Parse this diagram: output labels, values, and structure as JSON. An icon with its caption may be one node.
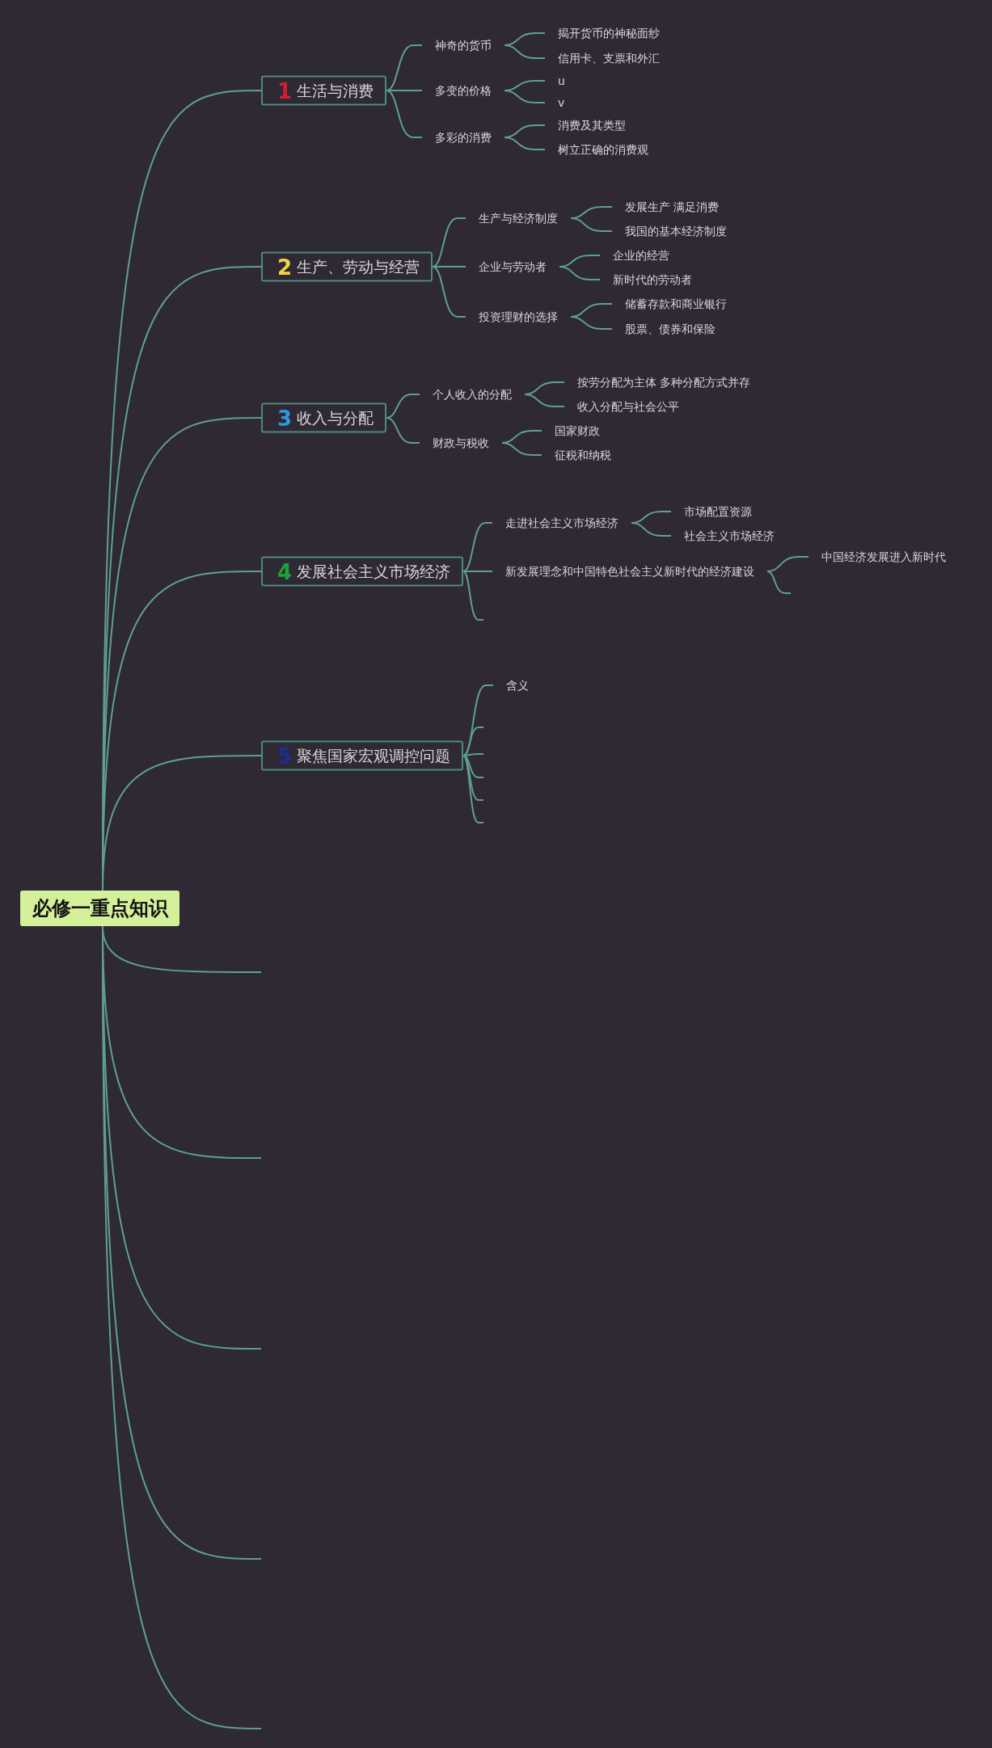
{
  "diagram": {
    "nodes": [
      {
        "text": [
          "必修一重点知识"
        ]
      },
      {
        "text": [
          "1",
          "生活与消费"
        ]
      },
      {
        "text": [
          "神奇的货币"
        ]
      },
      {
        "text": [
          "揭开货币的神秘面纱"
        ]
      },
      {
        "text": [
          "信用卡、支票和外汇"
        ]
      },
      {
        "text": [
          "多变的价格"
        ]
      },
      {
        "text": [
          "u"
        ]
      },
      {
        "text": [
          "v"
        ]
      },
      {
        "text": [
          "多彩的消费"
        ]
      },
      {
        "text": [
          "消费及其类型"
        ]
      },
      {
        "text": [
          "树立正确的消费观"
        ]
      },
      {
        "text": [
          "2",
          "生产、劳动与经营"
        ]
      },
      {
        "text": [
          "生产与经济制度"
        ]
      },
      {
        "text": [
          "发展生产 满足消费"
        ]
      },
      {
        "text": [
          "我国的基本经济制度"
        ]
      },
      {
        "text": [
          "企业与劳动者"
        ]
      },
      {
        "text": [
          "企业的经营"
        ]
      },
      {
        "text": [
          "新时代的劳动者"
        ]
      },
      {
        "text": [
          "投资理财的选择"
        ]
      },
      {
        "text": [
          "储蓄存款和商业银行"
        ]
      },
      {
        "text": [
          "股票、债券和保险"
        ]
      },
      {
        "text": [
          "3",
          "收入与分配"
        ]
      },
      {
        "text": [
          "个人收入的分配"
        ]
      },
      {
        "text": [
          "按劳分配为主体 多种分配方式并存"
        ]
      },
      {
        "text": [
          "收入分配与社会公平"
        ]
      },
      {
        "text": [
          "财政与税收"
        ]
      },
      {
        "text": [
          "国家财政"
        ]
      },
      {
        "text": [
          "征税和纳税"
        ]
      },
      {
        "text": [
          "4",
          "发展社会主义市场经济"
        ]
      },
      {
        "text": [
          "走进社会主义市场经济"
        ]
      },
      {
        "text": [
          "市场配置资源"
        ]
      },
      {
        "text": [
          "社会主义市场经济"
        ]
      },
      {
        "text": [
          "新发展理念和中国特色社会主义新时代的经济建设"
        ]
      },
      {
        "text": [
          "中国经济发展进入新时代"
        ]
      },
      {
        "text": [
          "5",
          "聚焦国家宏观调控问题"
        ]
      },
      {
        "text": [
          "含义"
        ]
      }
    ],
    "edges": [
      {
        "from": 0,
        "to": 1,
        "arrow": "none"
      },
      {
        "from": 0,
        "to": 11,
        "arrow": "none"
      },
      {
        "from": 0,
        "to": 21,
        "arrow": "none"
      },
      {
        "from": 0,
        "to": 28,
        "arrow": "none"
      },
      {
        "from": 0,
        "to": 34,
        "arrow": "none"
      },
      {
        "from": 0,
        "to": null,
        "arrow": "none"
      },
      {
        "from": 0,
        "to": null,
        "arrow": "none"
      },
      {
        "from": 0,
        "to": null,
        "arrow": "none"
      },
      {
        "from": 0,
        "to": null,
        "arrow": "none"
      },
      {
        "from": 0,
        "to": null,
        "arrow": "none"
      },
      {
        "from": 1,
        "to": 2,
        "arrow": "none"
      },
      {
        "from": 1,
        "to": 5,
        "arrow": "none"
      },
      {
        "from": 1,
        "to": 8,
        "arrow": "none"
      },
      {
        "from": 2,
        "to": 3,
        "arrow": "none"
      },
      {
        "from": 2,
        "to": 4,
        "arrow": "none"
      },
      {
        "from": 5,
        "to": 6,
        "arrow": "none"
      },
      {
        "from": 5,
        "to": 7,
        "arrow": "none"
      },
      {
        "from": 8,
        "to": 9,
        "arrow": "none"
      },
      {
        "from": 8,
        "to": 10,
        "arrow": "none"
      },
      {
        "from": 11,
        "to": 12,
        "arrow": "none"
      },
      {
        "from": 11,
        "to": 15,
        "arrow": "none"
      },
      {
        "from": 11,
        "to": 18,
        "arrow": "none"
      },
      {
        "from": 12,
        "to": 13,
        "arrow": "none"
      },
      {
        "from": 12,
        "to": 14,
        "arrow": "none"
      },
      {
        "from": 15,
        "to": 16,
        "arrow": "none"
      },
      {
        "from": 15,
        "to": 17,
        "arrow": "none"
      },
      {
        "from": 18,
        "to": 19,
        "arrow": "none"
      },
      {
        "from": 18,
        "to": 20,
        "arrow": "none"
      },
      {
        "from": 21,
        "to": 22,
        "arrow": "none"
      },
      {
        "from": 21,
        "to": 25,
        "arrow": "none"
      },
      {
        "from": 22,
        "to": 23,
        "arrow": "none"
      },
      {
        "from": 22,
        "to": 24,
        "arrow": "none"
      },
      {
        "from": 25,
        "to": 26,
        "arrow": "none"
      },
      {
        "from": 25,
        "to": 27,
        "arrow": "none"
      },
      {
        "from": 28,
        "to": 29,
        "arrow": "none"
      },
      {
        "from": 28,
        "to": 32,
        "arrow": "none"
      },
      {
        "from": 28,
        "to": null,
        "arrow": "none"
      },
      {
        "from": 29,
        "to": 30,
        "arrow": "none"
      },
      {
        "from": 29,
        "to": 31,
        "arrow": "none"
      },
      {
        "from": 32,
        "to": 33,
        "arrow": "none"
      },
      {
        "from": 32,
        "to": null,
        "arrow": "none"
      },
      {
        "from": 34,
        "to": 35,
        "arrow": "none"
      },
      {
        "from": 34,
        "to": null,
        "arrow": "none"
      },
      {
        "from": 34,
        "to": null,
        "arrow": "none"
      },
      {
        "from": 34,
        "to": null,
        "arrow": "none"
      },
      {
        "from": 34,
        "to": null,
        "arrow": "none"
      },
      {
        "from": 34,
        "to": null,
        "arrow": "none"
      }
    ]
  }
}
